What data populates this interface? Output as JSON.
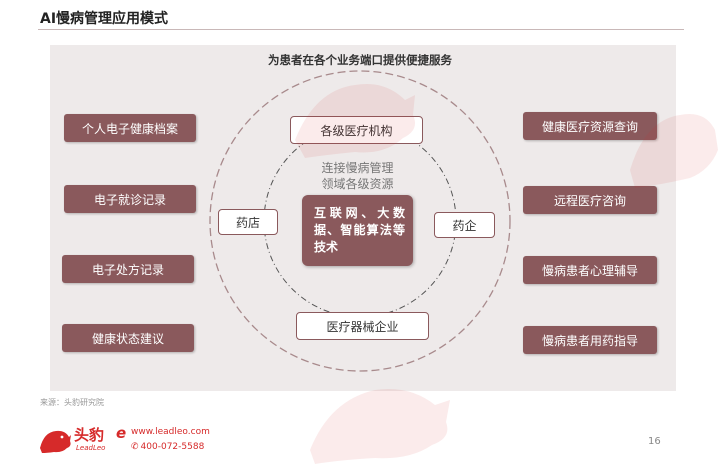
{
  "header": {
    "title": "AI慢病管理应用模式"
  },
  "diagram": {
    "banner": "为患者在各个业务端口提供便捷服务",
    "left_items": [
      {
        "label": "个人电子健康档案"
      },
      {
        "label": "电子就诊记录"
      },
      {
        "label": "电子处方记录"
      },
      {
        "label": "健康状态建议"
      }
    ],
    "right_items": [
      {
        "label": "健康医疗资源查询"
      },
      {
        "label": "远程医疗咨询"
      },
      {
        "label": "慢病患者心理辅导"
      },
      {
        "label": "慢病患者用药指导"
      }
    ],
    "ring_nodes": {
      "top": "各级医疗机构",
      "left": "药店",
      "right": "药企",
      "bottom": "医疗器械企业"
    },
    "center_label_line1": "连接慢病管理",
    "center_label_line2": "领域各级资源",
    "core": "互联网、大数据、智能算法等技术",
    "colors": {
      "accent": "#8a595c",
      "panel": "#eeeaea",
      "brand": "#d62a2a"
    }
  },
  "footer": {
    "source": "来源：头豹研究院",
    "logo_cn": "头豹",
    "logo_en": "LeadLeo",
    "logo_e": "e",
    "website": "www.leadleo.com",
    "phone": "400-072-5588",
    "page_number": "16"
  }
}
